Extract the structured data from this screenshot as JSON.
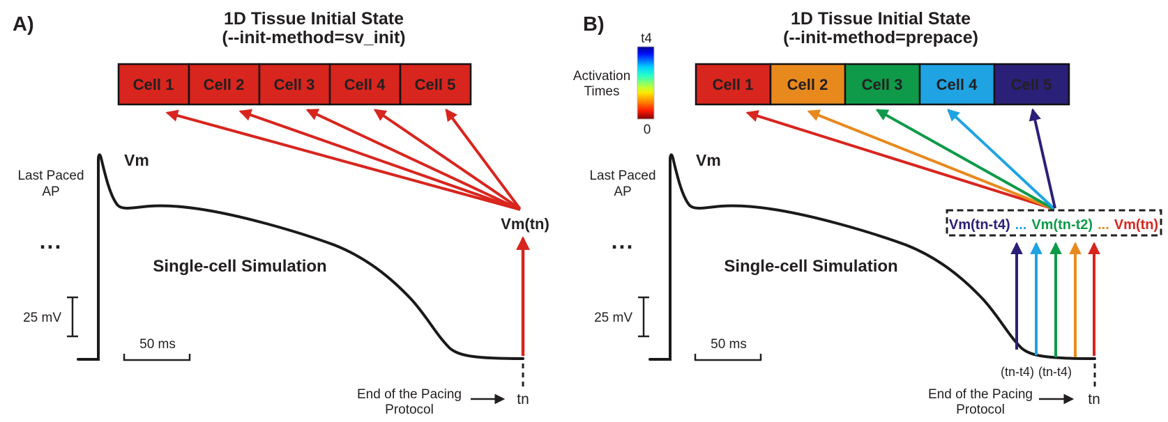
{
  "palette": {
    "red": "#D8251E",
    "orange": "#E8891E",
    "green": "#0E9A49",
    "light_blue": "#1FA3E2",
    "navy": "#2B2078",
    "ink": "#231F20",
    "curve": "#1A1A1A",
    "white": "#FFFFFF"
  },
  "panel_a": {
    "label": "A)",
    "title_line1": "1D Tissue Initial State",
    "title_line2": "(--init-method=sv_init)",
    "cells": [
      {
        "label": "Cell 1",
        "color": "#D8251E"
      },
      {
        "label": "Cell 2",
        "color": "#D8251E"
      },
      {
        "label": "Cell 3",
        "color": "#D8251E"
      },
      {
        "label": "Cell 4",
        "color": "#D8251E"
      },
      {
        "label": "Cell 5",
        "color": "#D8251E"
      }
    ],
    "curve_label": "Vm",
    "last_paced_line1": "Last Paced",
    "last_paced_line2": "AP",
    "ellipsis": "...",
    "simulation_label": "Single-cell Simulation",
    "voltage_scale": "25 mV",
    "time_scale": "50 ms",
    "vm_tn": "Vm(tn)",
    "end_pacing_line1": "End of the Pacing",
    "end_pacing_line2": "Protocol",
    "tn": "tn"
  },
  "panel_b": {
    "label": "B)",
    "title_line1": "1D Tissue Initial State",
    "title_line2": "(--init-method=prepace)",
    "colorbar": {
      "top_label": "t4",
      "bottom_label": "0",
      "legend_line1": "Activation",
      "legend_line2": "Times",
      "gradient": [
        "#00008F",
        "#0010FF",
        "#00CFFF",
        "#2AFFC9",
        "#7CFF76",
        "#C9FF2A",
        "#FFE600",
        "#FF8F00",
        "#FF1E00",
        "#7F0000"
      ]
    },
    "cells": [
      {
        "label": "Cell 1",
        "color": "#D8251E"
      },
      {
        "label": "Cell 2",
        "color": "#E8891E"
      },
      {
        "label": "Cell 3",
        "color": "#0E9A49"
      },
      {
        "label": "Cell 4",
        "color": "#1FA3E2"
      },
      {
        "label": "Cell 5",
        "color": "#2B2078"
      }
    ],
    "curve_label": "Vm",
    "last_paced_line1": "Last Paced",
    "last_paced_line2": "AP",
    "ellipsis": "...",
    "simulation_label": "Single-cell Simulation",
    "voltage_scale": "25 mV",
    "time_scale": "50 ms",
    "state_box": {
      "part1": "Vm(tn-t4)",
      "sep1": "...",
      "part2": "Vm(tn-t2)",
      "sep2": "...",
      "part3": "Vm(tn)"
    },
    "tick_left": "(tn-t4)",
    "tick_right": "(tn-t4)",
    "end_pacing_line1": "End of the Pacing",
    "end_pacing_line2": "Protocol",
    "tn": "tn"
  }
}
